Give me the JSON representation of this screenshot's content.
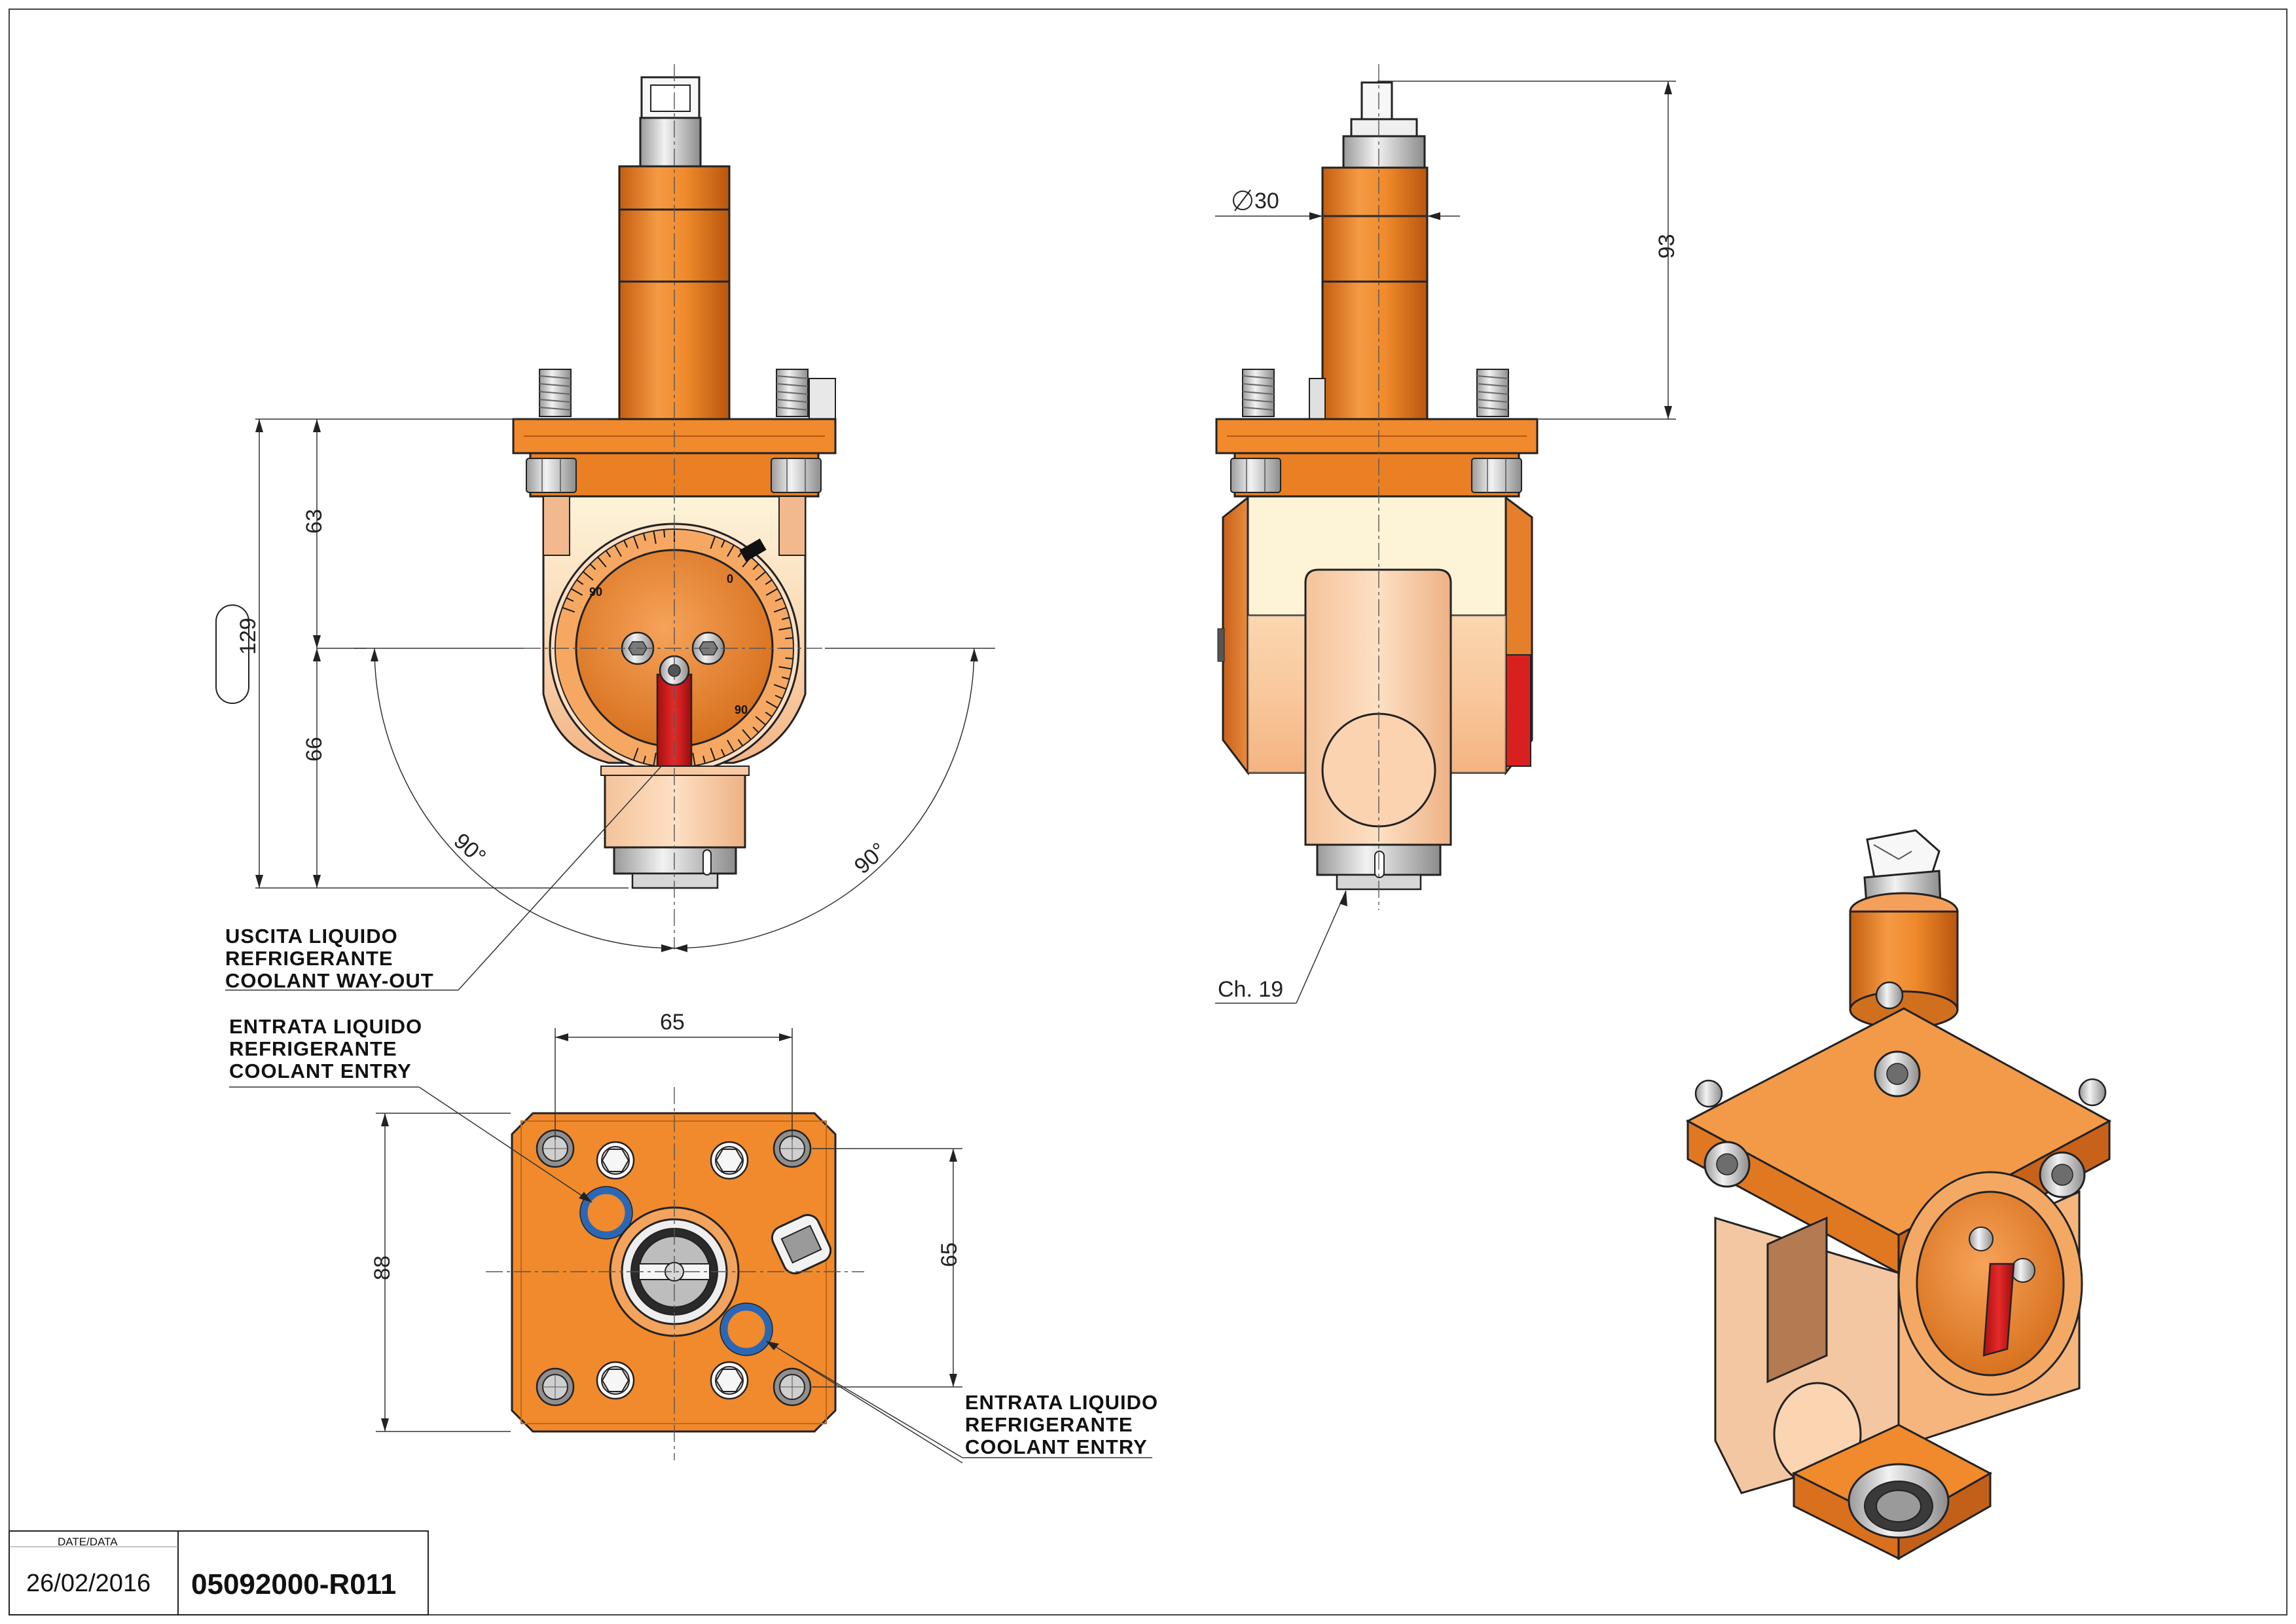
{
  "title_block": {
    "date_caption": "DATE/DATA",
    "date": "26/02/2016",
    "drawing_code": "05092000-R011"
  },
  "dimensions": {
    "d63": "63",
    "d66": "66",
    "d129": "129",
    "angle_left": "90°",
    "angle_right": "90°",
    "shaft_diameter": "30",
    "height_93": "93",
    "chamfer": "Ch. 19",
    "width_65": "65",
    "height_88": "88",
    "height_65": "65"
  },
  "dial_marks": {
    "mark_90_top": "90",
    "mark_0": "0",
    "mark_90_bottom": "90"
  },
  "labels": {
    "coolant_out_1": "USCITA LIQUIDO",
    "coolant_out_2": "REFRIGERANTE",
    "coolant_out_3": "COOLANT WAY-OUT",
    "coolant_in_a_1": "ENTRATA LIQUIDO",
    "coolant_in_a_2": "REFRIGERANTE",
    "coolant_in_a_3": "COOLANT ENTRY",
    "coolant_in_b_1": "ENTRATA LIQUIDO",
    "coolant_in_b_2": "REFRIGERANTE",
    "coolant_in_b_3": "COOLANT ENTRY"
  },
  "colors": {
    "body_orange": "#f08a2c",
    "dark_orange": "#d06a14",
    "light_orange": "#f7b57a",
    "pale": "#fbe5c8",
    "cream": "#fdf3d6",
    "steel": "#bfbfbf",
    "red_handle": "#d92020",
    "oring_blue": "#2b67b5"
  }
}
